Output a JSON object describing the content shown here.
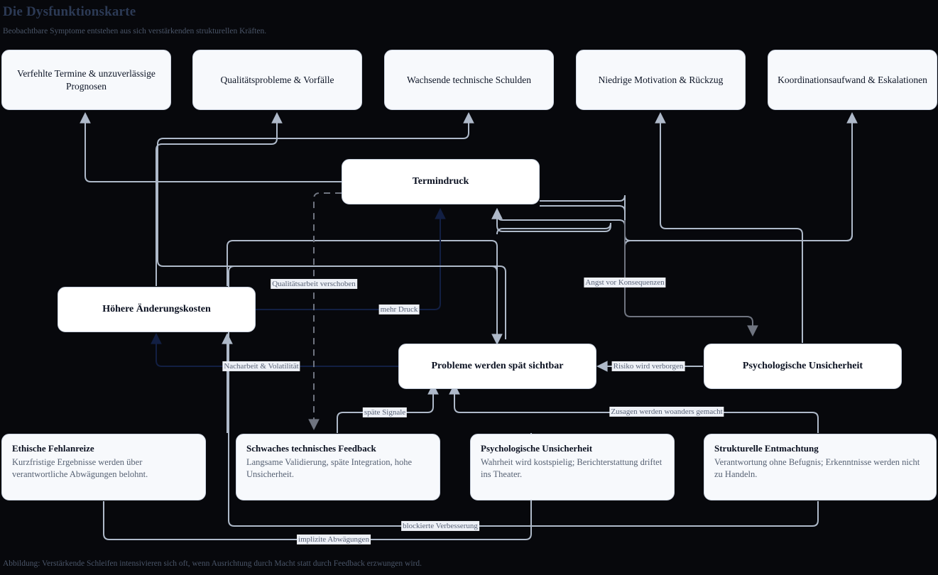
{
  "header": {
    "title": "Die Dysfunktionskarte",
    "subtitle": "Beobachtbare Symptome entstehen aus sich verstärkenden strukturellen Kräften."
  },
  "caption": "Abbildung: Verstärkende Schleifen intensivieren sich oft, wenn Ausrichtung durch Macht statt durch Feedback erzwungen wird.",
  "colors": {
    "background": "#07080c",
    "title": "#2c3a55",
    "muted_text": "#4a5568",
    "node_fill": "#f7f9fc",
    "dynamic_fill": "#ffffff",
    "edge_light": "#aeb9c9",
    "edge_dark": "#121f43",
    "edge_gray": "#6f7480",
    "label_fill": "#eef1f7"
  },
  "symptoms": [
    {
      "label": "Verfehlte Termine & unzuverlässige Prognosen"
    },
    {
      "label": "Qualitätsprobleme & Vorfälle"
    },
    {
      "label": "Wachsende technische Schulden"
    },
    {
      "label": "Niedrige Motivation & Rückzug"
    },
    {
      "label": "Koordinationsaufwand & Eskalationen"
    }
  ],
  "dynamics": [
    {
      "label": "Termindruck"
    },
    {
      "label": "Höhere Änderungskosten"
    },
    {
      "label": "Probleme werden spät sichtbar"
    },
    {
      "label": "Psychologische Unsicherheit"
    }
  ],
  "roots": [
    {
      "title": "Ethische Fehlanreize",
      "desc": "Kurzfristige Ergebnisse werden über verantwortliche Abwägungen belohnt."
    },
    {
      "title": "Schwaches technisches Feedback",
      "desc": "Langsame Validierung, späte Integration, hohe Unsicherheit."
    },
    {
      "title": "Psychologische Unsicherheit",
      "desc": "Wahrheit wird kostspielig; Berichterstattung driftet ins Theater."
    },
    {
      "title": "Strukturelle Entmachtung",
      "desc": "Verantwortung ohne Befugnis; Erkenntnisse werden nicht zu Handeln."
    }
  ],
  "edge_labels": [
    {
      "text": "Qualitätsarbeit verschoben"
    },
    {
      "text": "mehr Druck"
    },
    {
      "text": "Angst vor Konsequenzen"
    },
    {
      "text": "Nacharbeit & Volatilität"
    },
    {
      "text": "Risiko wird verborgen"
    },
    {
      "text": "späte Signale"
    },
    {
      "text": "Zusagen werden woanders gemacht"
    },
    {
      "text": "blockierte Verbesserung"
    },
    {
      "text": "implizite Abwägungen"
    }
  ]
}
